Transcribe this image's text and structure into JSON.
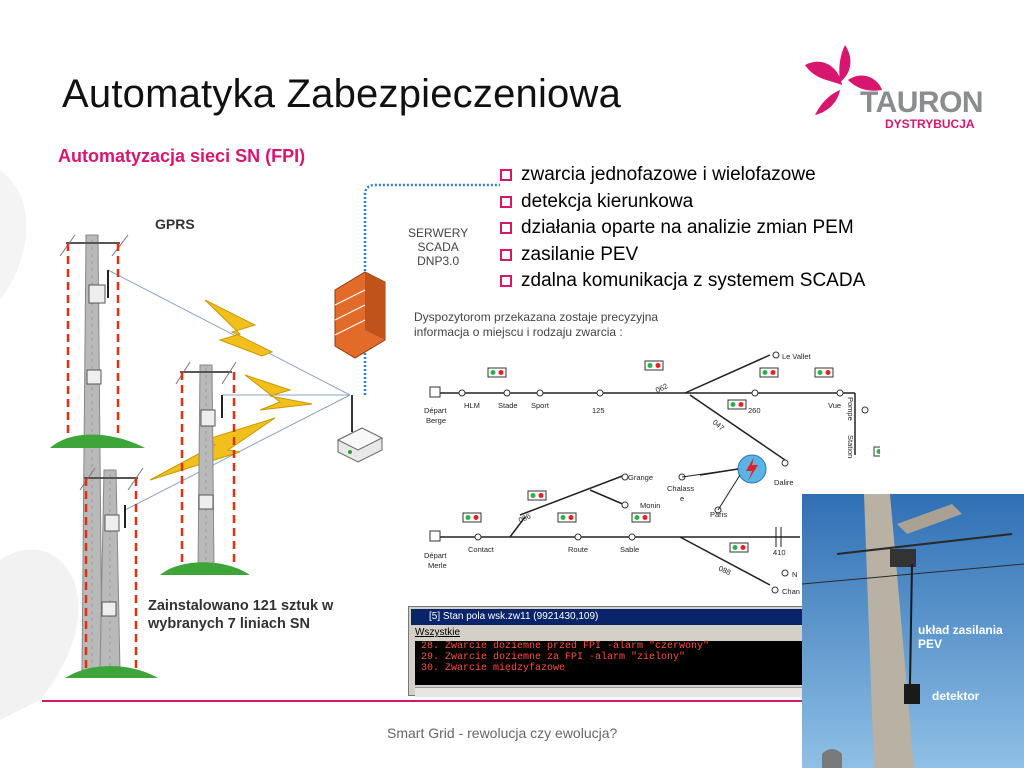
{
  "slide": {
    "title": "Automatyka Zabezpieczeniowa",
    "subtitle": "Automatyzacja sieci SN (FPI)",
    "footer": "Smart Grid - rewolucja czy ewolucja?"
  },
  "logo": {
    "brand": "TAURON",
    "sub": "DYSTRYBUCJA",
    "color": "#d6166f"
  },
  "bullets": [
    "zwarcia jednofazowe i wielofazowe",
    "detekcja kierunkowa",
    "działania oparte na analizie zmian PEM",
    "zasilanie PEV",
    "zdalna komunikacja z systemem SCADA"
  ],
  "diagram": {
    "gprs": "GPRS",
    "server": [
      "SERWERY",
      "SCADA",
      "DNP3.0"
    ],
    "dispatch": [
      "Dyspozytorom przekazana zostaje precyzyjna",
      "informacja o miejscu i rodzaju zwarcia :"
    ],
    "installed": [
      "Zainstalowano 121 sztuk w",
      "wybranych 7 liniach SN"
    ]
  },
  "network": {
    "depart_berge": [
      "Départ",
      "Berge"
    ],
    "depart_merle": [
      "Départ",
      "Merle"
    ],
    "nodes_top": [
      "HLM",
      "Stade",
      "Sport",
      "125",
      "260",
      "Vue"
    ],
    "nodes_mid": [
      "Grange",
      "Monin",
      "Chalass",
      "e",
      "Paris",
      "Dalire"
    ],
    "nodes_bottom": [
      "Contact",
      "Route",
      "Sable",
      "410"
    ],
    "edges": [
      "062",
      "047",
      "096",
      "088"
    ],
    "top_right": "Le Vallet",
    "pompe": "Pompe",
    "station": "Station",
    "clipped_n": "N",
    "clipped_chan": "Chan"
  },
  "console": {
    "title": "[5] Stan pola wsk.zw11 (9921430,109)",
    "menu": "Wszystkie",
    "lines": [
      "28. Zwarcie doziemne przed FPI -alarm \"czerwony\"",
      "29. Zwarcie doziemne za FPI -alarm \"zielony\"",
      "30. Zwarcie międzyfazowe"
    ]
  },
  "photo": {
    "label_pev": [
      "układ zasilania",
      "PEV"
    ],
    "label_det": "detektor"
  },
  "colors": {
    "accent": "#d6166f",
    "pole_red": "#e03010",
    "lightning": "#f2c01c",
    "fiber": "#2f7fd0"
  }
}
